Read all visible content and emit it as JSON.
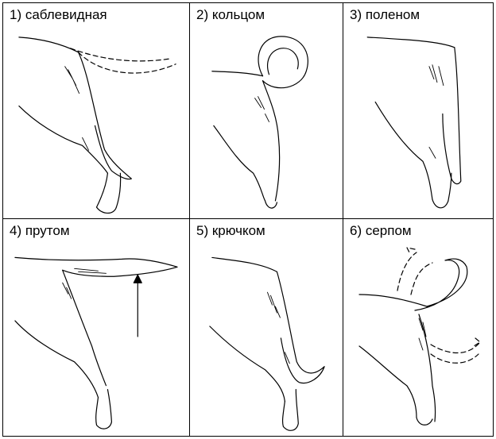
{
  "panels": [
    {
      "label": "1) саблевидная"
    },
    {
      "label": "2) кольцом"
    },
    {
      "label": "3) поленом"
    },
    {
      "label": "4) прутом"
    },
    {
      "label": "5) крючком"
    },
    {
      "label": "6) серпом"
    }
  ]
}
